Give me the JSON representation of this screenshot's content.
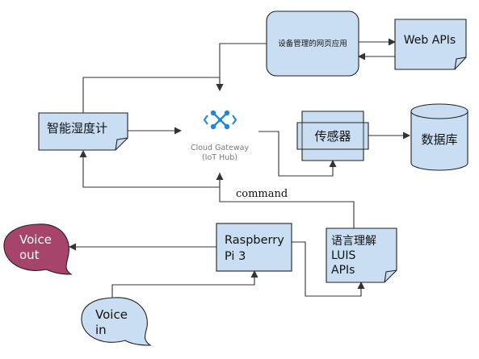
{
  "colors": {
    "node_fill": "#c9def2",
    "node_stroke": "#222222",
    "voice_out_fill": "#a6446a",
    "voice_in_fill": "#c9def2",
    "line": "#333333",
    "iot_icon": "#1f87d8",
    "iot_text": "#7a7a7a"
  },
  "nodes": {
    "web_app": "设备管理的网页应用",
    "web_apis": "Web APIs",
    "hygrometer": "智能湿度计",
    "sensor": "传感器",
    "database": "数据库",
    "voice_out": [
      "Voice",
      "out"
    ],
    "raspberry": [
      "Raspberry",
      "Pi 3"
    ],
    "luis": [
      "语言理解",
      "LUIS",
      "APIs"
    ],
    "voice_in": [
      "Voice",
      "in"
    ]
  },
  "iot_hub": {
    "icon": "iot-hub-icon",
    "title": "Cloud Gateway",
    "subtitle": "(IoT Hub)"
  },
  "edge_labels": {
    "command": "command"
  }
}
